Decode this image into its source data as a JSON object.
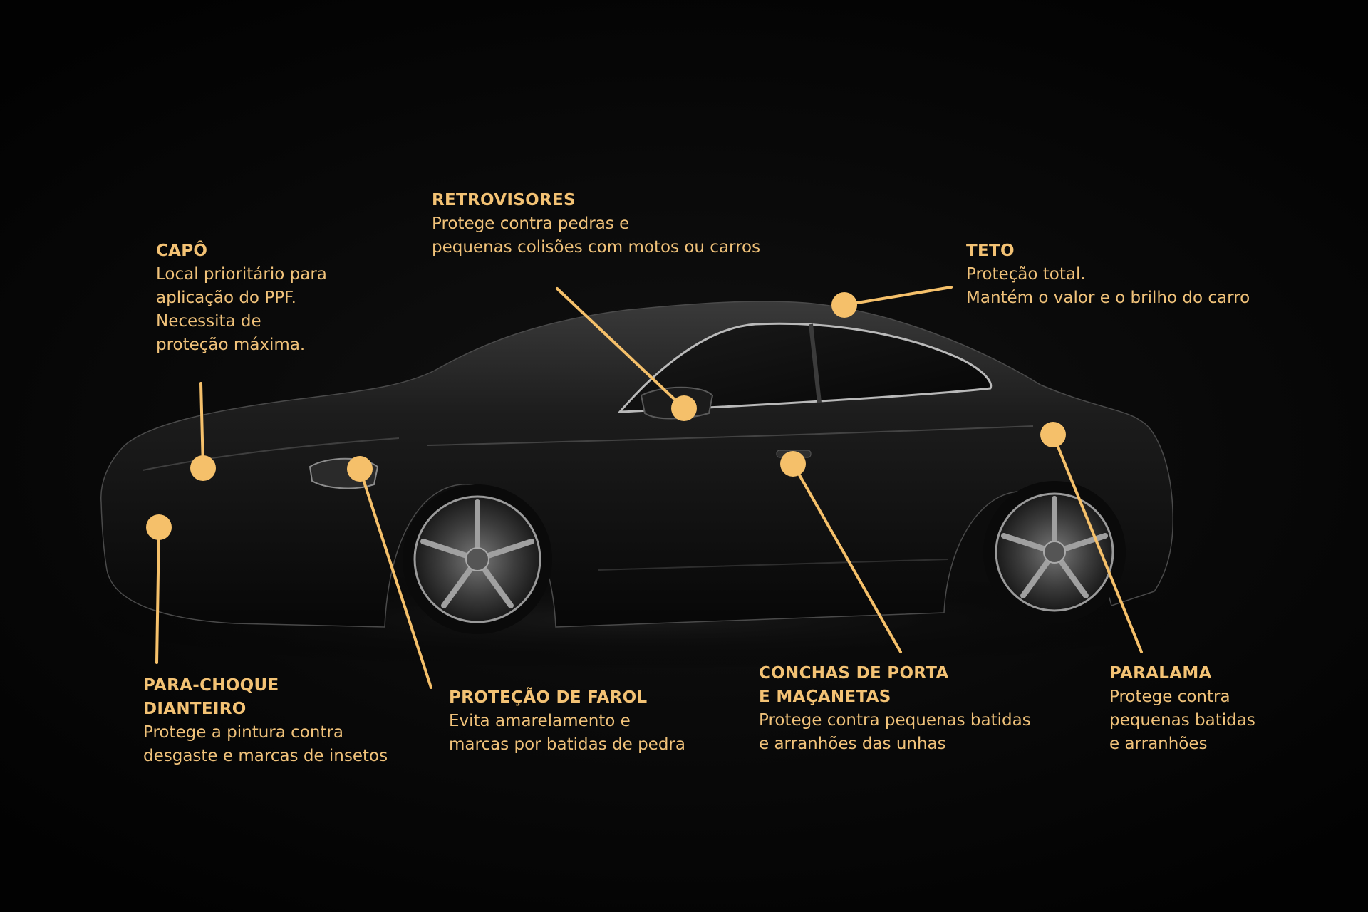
{
  "accent_color": "#f5c06a",
  "callouts": [
    {
      "id": "capo",
      "title": [
        "CAPÔ"
      ],
      "body": [
        "Local prioritário para",
        "aplicação do PPF.",
        "Necessita de",
        "proteção máxima."
      ]
    },
    {
      "id": "retrovisores",
      "title": [
        "RETROVISORES"
      ],
      "body": [
        "Protege contra pedras e",
        "pequenas colisões com motos ou carros"
      ]
    },
    {
      "id": "teto",
      "title": [
        "TETO"
      ],
      "body": [
        "Proteção total.",
        "Mantém o valor e o brilho do carro"
      ]
    },
    {
      "id": "para-choque",
      "title": [
        "PARA-CHOQUE",
        "DIANTEIRO"
      ],
      "body": [
        "Protege a pintura contra",
        "desgaste e marcas de insetos"
      ]
    },
    {
      "id": "farol",
      "title": [
        "PROTEÇÃO DE FAROL"
      ],
      "body": [
        "Evita amarelamento e",
        "marcas por batidas de pedra"
      ]
    },
    {
      "id": "conchas",
      "title": [
        "CONCHAS DE PORTA",
        "E MAÇANETAS"
      ],
      "body": [
        "Protege contra pequenas batidas",
        "e arranhões das unhas"
      ]
    },
    {
      "id": "paralama",
      "title": [
        "PARALAMA"
      ],
      "body": [
        "Protege contra",
        "pequenas batidas",
        "e arranhões"
      ]
    }
  ]
}
